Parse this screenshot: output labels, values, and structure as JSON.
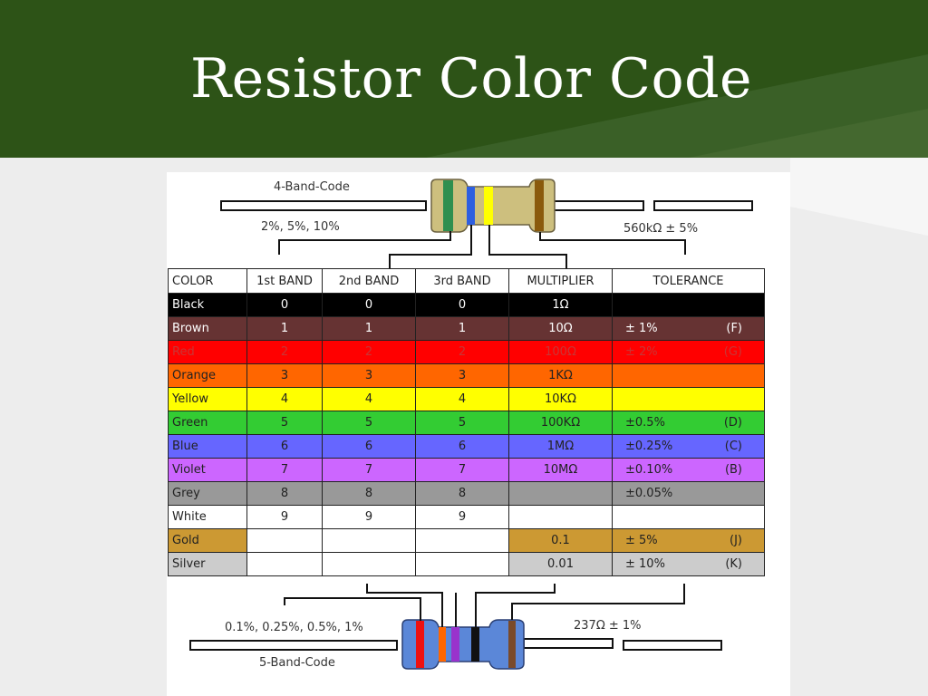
{
  "slide": {
    "title": "Resistor Color Code"
  },
  "diagram": {
    "four_band_label": "4-Band-Code",
    "four_band_tolerances": "2%, 5%, 10%",
    "four_band_example": "560kΩ ± 5%",
    "five_band_label": "5-Band-Code",
    "five_band_tolerances": "0.1%, 0.25%, 0.5%, 1%",
    "five_band_example": "237Ω ± 1%"
  },
  "table": {
    "headers": [
      "COLOR",
      "1st BAND",
      "2nd BAND",
      "3rd BAND",
      "MULTIPLIER",
      "TOLERANCE"
    ],
    "rows": [
      {
        "color": "Black",
        "b1": "0",
        "b2": "0",
        "b3": "0",
        "mult": "1Ω",
        "tol": "",
        "code": "",
        "bg": "#000000",
        "fg": "#ffffff",
        "mult_bg": "#000000",
        "tol_bg": "#000000"
      },
      {
        "color": "Brown",
        "b1": "1",
        "b2": "1",
        "b3": "1",
        "mult": "10Ω",
        "tol": "±   1%",
        "code": "(F)",
        "bg": "#663333",
        "fg": "#ffffff",
        "mult_bg": "#663333",
        "tol_bg": "#663333"
      },
      {
        "color": "Red",
        "b1": "2",
        "b2": "2",
        "b3": "2",
        "mult": "100Ω",
        "tol": "±   2%",
        "code": "(G)",
        "bg": "#ff0000",
        "fg": "#c93535",
        "mult_bg": "#ff0000",
        "tol_bg": "#ff0000"
      },
      {
        "color": "Orange",
        "b1": "3",
        "b2": "3",
        "b3": "3",
        "mult": "1KΩ",
        "tol": "",
        "code": "",
        "bg": "#ff6600",
        "fg": "#222222",
        "mult_bg": "#ff6600",
        "tol_bg": "#ff6600"
      },
      {
        "color": "Yellow",
        "b1": "4",
        "b2": "4",
        "b3": "4",
        "mult": "10KΩ",
        "tol": "",
        "code": "",
        "bg": "#ffff00",
        "fg": "#222222",
        "mult_bg": "#ffff00",
        "tol_bg": "#ffff00"
      },
      {
        "color": "Green",
        "b1": "5",
        "b2": "5",
        "b3": "5",
        "mult": "100KΩ",
        "tol": "±0.5%",
        "code": "(D)",
        "bg": "#33cc33",
        "fg": "#222222",
        "mult_bg": "#33cc33",
        "tol_bg": "#33cc33"
      },
      {
        "color": "Blue",
        "b1": "6",
        "b2": "6",
        "b3": "6",
        "mult": "1MΩ",
        "tol": "±0.25%",
        "code": "(C)",
        "bg": "#6666ff",
        "fg": "#222222",
        "mult_bg": "#6666ff",
        "tol_bg": "#6666ff"
      },
      {
        "color": "Violet",
        "b1": "7",
        "b2": "7",
        "b3": "7",
        "mult": "10MΩ",
        "tol": "±0.10%",
        "code": "(B)",
        "bg": "#cc66ff",
        "fg": "#222222",
        "mult_bg": "#cc66ff",
        "tol_bg": "#cc66ff"
      },
      {
        "color": "Grey",
        "b1": "8",
        "b2": "8",
        "b3": "8",
        "mult": "",
        "tol": "±0.05%",
        "code": "",
        "bg": "#999999",
        "fg": "#222222",
        "mult_bg": "#999999",
        "tol_bg": "#999999"
      },
      {
        "color": "White",
        "b1": "9",
        "b2": "9",
        "b3": "9",
        "mult": "",
        "tol": "",
        "code": "",
        "bg": "#ffffff",
        "fg": "#222222",
        "mult_bg": "#ffffff",
        "tol_bg": "#ffffff"
      },
      {
        "color": "Gold",
        "b1": "",
        "b2": "",
        "b3": "",
        "mult": "0.1",
        "tol": "±   5%",
        "code": "(J)",
        "bg": "#cc9933",
        "fg": "#222222",
        "mult_bg": "#cc9933",
        "tol_bg": "#cc9933",
        "band_bg": "#ffffff"
      },
      {
        "color": "Silver",
        "b1": "",
        "b2": "",
        "b3": "",
        "mult": "0.01",
        "tol": "±  10%",
        "code": "(K)",
        "bg": "#cccccc",
        "fg": "#222222",
        "mult_bg": "#cccccc",
        "tol_bg": "#cccccc",
        "band_bg": "#ffffff"
      }
    ]
  },
  "colors": {
    "header_bg": "#2d5317",
    "side_band": "#ededed"
  }
}
